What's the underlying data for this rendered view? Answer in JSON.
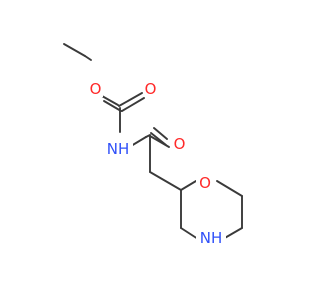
{
  "molecule": {
    "atoms": {
      "ester_o": "O",
      "carbonyl_o1": "O",
      "amide_nh": "NH",
      "carbonyl_o2": "O",
      "ring_o": "O",
      "ring_nh": "NH"
    },
    "colors": {
      "bond": "#3a3a3a",
      "oxygen": "#ff2a2a",
      "nitrogen": "#3050f8"
    }
  }
}
